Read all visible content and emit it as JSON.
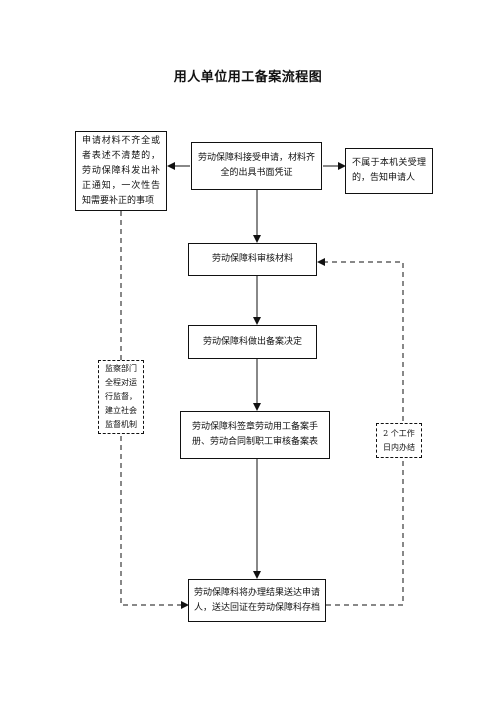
{
  "title": "用人单位用工备案流程图",
  "boxes": {
    "incomplete": "申请材料不齐全或者表述不清楚的，劳动保障科发出补正通知，一次性告知需要补正的事项",
    "accept": "劳动保障科接受申请，材料齐全的出具书面凭证",
    "not_belong": "不属于本机关受理的，告知申请人",
    "review": "劳动保障科审核材料",
    "decision": "劳动保障科做出备案决定",
    "sign": "劳动保障科签章劳动用工备案手册、劳动合同制职工审核备案表",
    "deliver": "劳动保障科将办理结果送达申请人，送达回证在劳动保障科存档",
    "supervision": "监察部门全程对运行监督，建立社会监督机制",
    "deadline": "2 个工作日内办结"
  }
}
